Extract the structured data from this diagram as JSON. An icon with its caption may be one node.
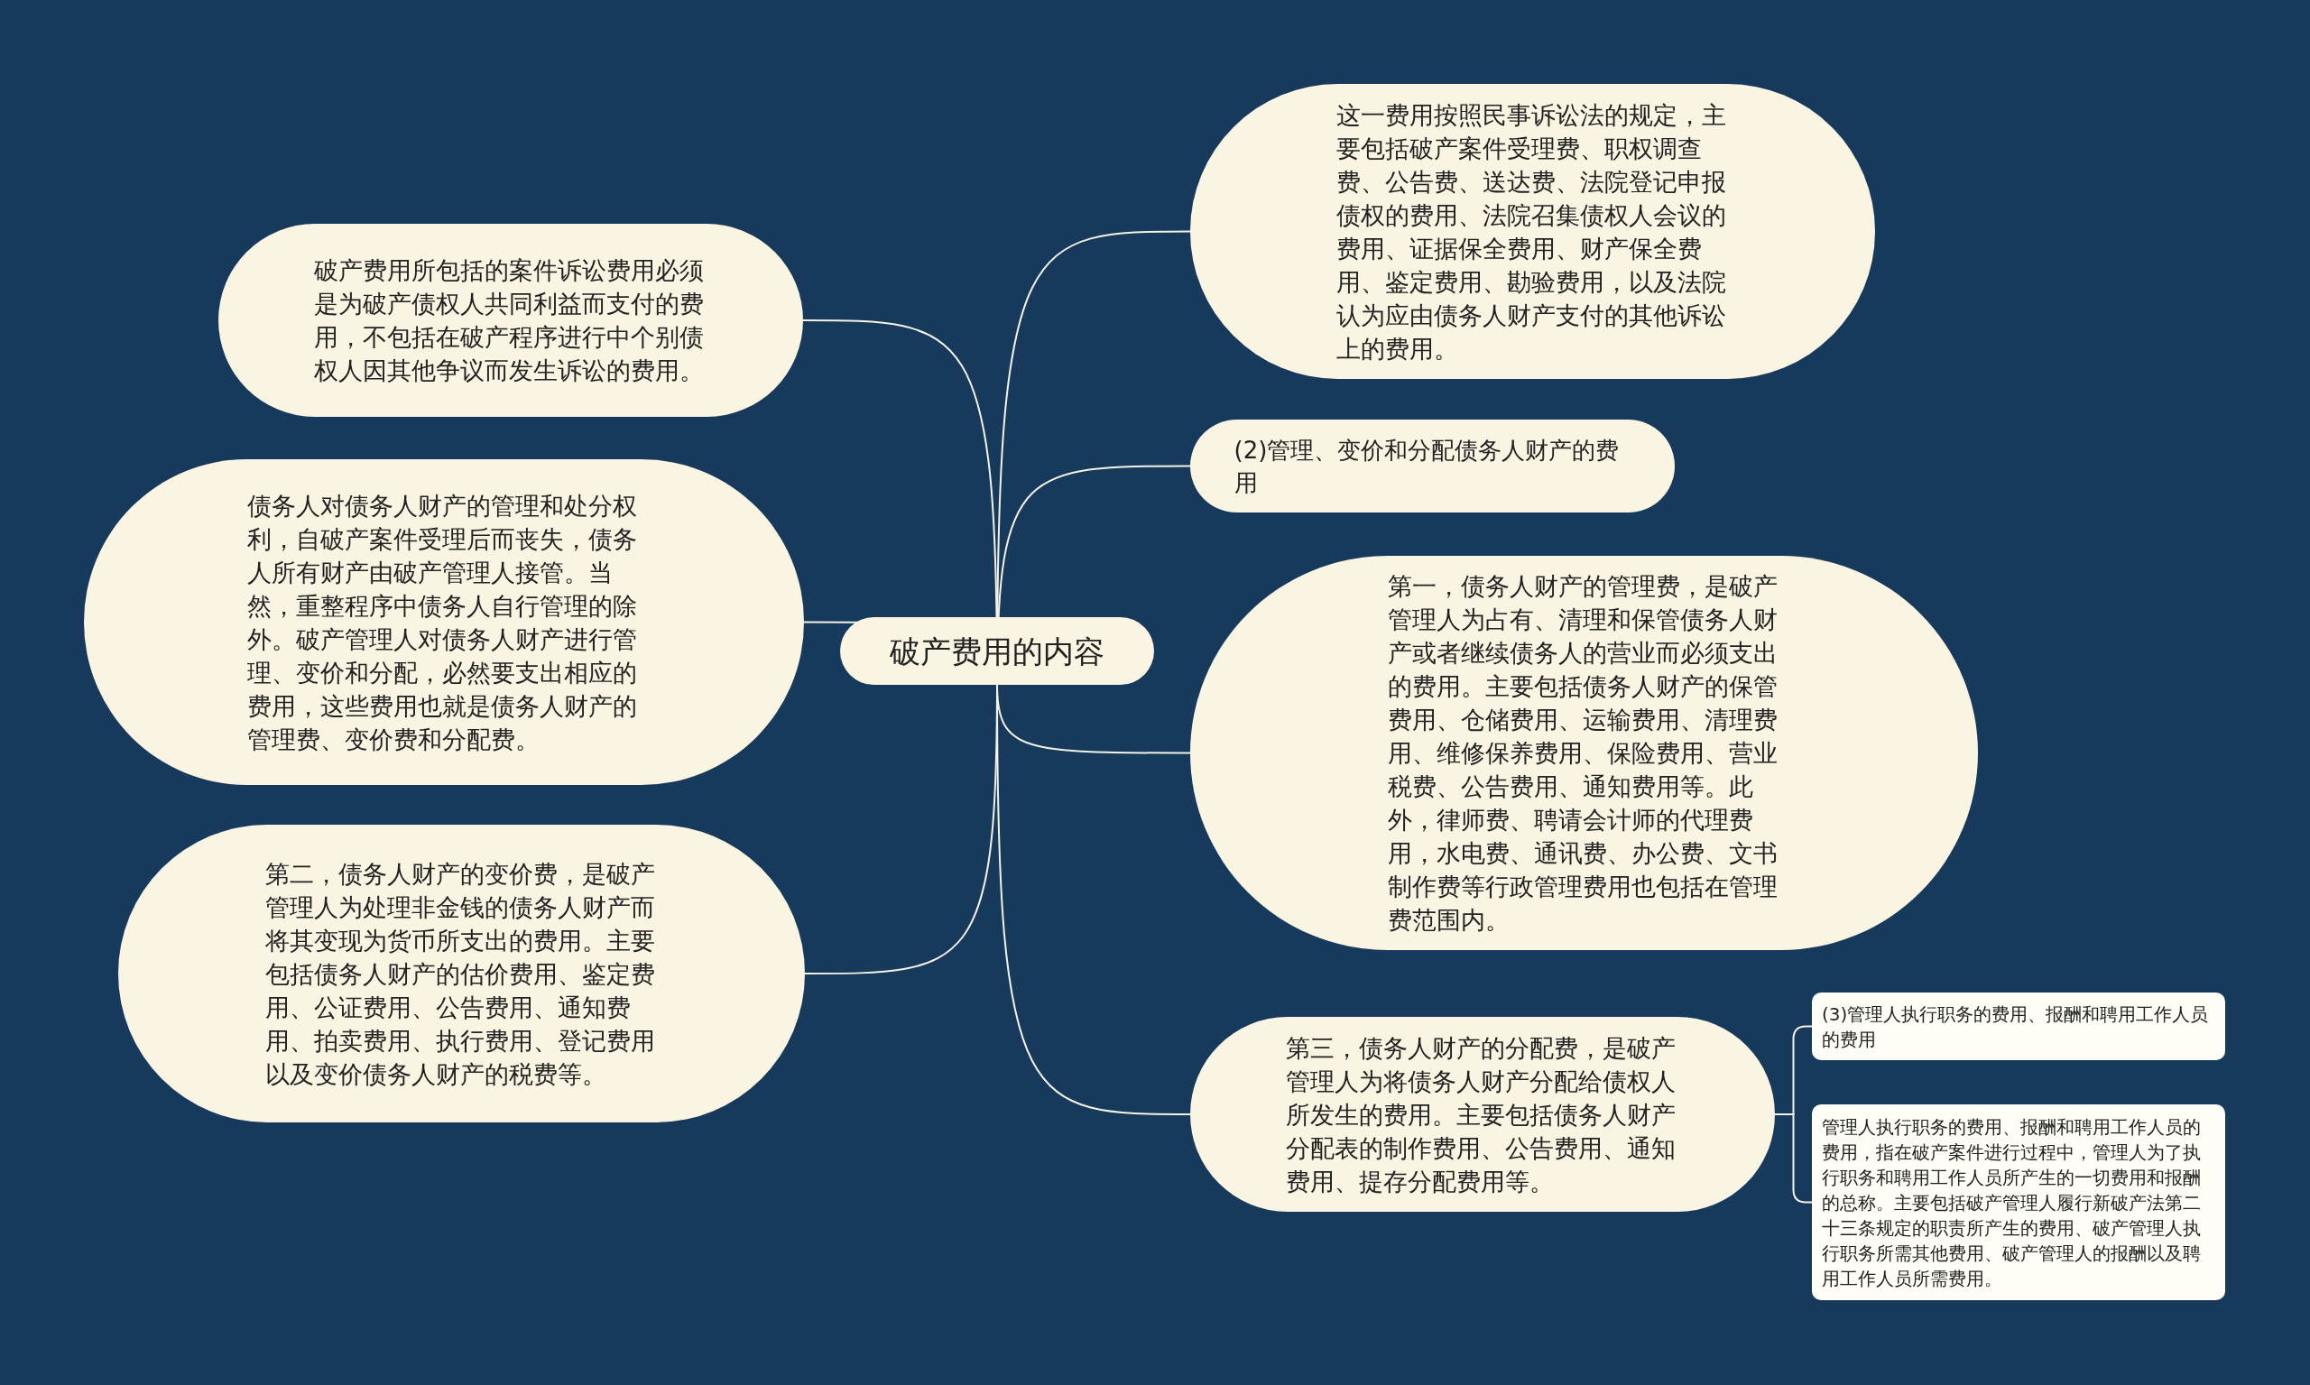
{
  "diagram": {
    "nodes": [
      {
        "text": [
          "破产费用的内容"
        ]
      },
      {
        "text": [
          "这一费用按照民事诉讼法的规定，主要包括破产案件受理费、职权调查费、公告费、送达费、法院登记申报债权的费用、法院召集债权人会议的费用、证据保全费用、财产保全费用、鉴定费用、勘验费用，以及法院认为应由债务人财产支付的其他诉讼上的费用。"
        ]
      },
      {
        "text": [
          "(2)管理、变价和分配债务人财产的费用"
        ]
      },
      {
        "text": [
          "第一，债务人财产的管理费，是破产管理人为占有、清理和保管债务人财产或者继续债务人的营业而必须支出的费用。主要包括债务人财产的保管费用、仓储费用、运输费用、清理费用、维修保养费用、保险费用、营业税费、公告费用、通知费用等。此外，律师费、聘请会计师的代理费用，水电费、通讯费、办公费、文书制作费等行政管理费用也包括在管理费范围内。"
        ]
      },
      {
        "text": [
          "第三，债务人财产的分配费，是破产管理人为将债务人财产分配给债权人所发生的费用。主要包括债务人财产分配表的制作费用、公告费用、通知费用、提存分配费用等。"
        ]
      },
      {
        "text": [
          "(3)管理人执行职务的费用、报酬和聘用工作人员的费用"
        ]
      },
      {
        "text": [
          "管理人执行职务的费用、报酬和聘用工作人员的费用，指在破产案件进行过程中，管理人为了执行职务和聘用工作人员所产生的一切费用和报酬的总称。主要包括破产管理人履行新破产法第二十三条规定的职责所产生的费用、破产管理人执行职务所需其他费用、破产管理人的报酬以及聘用工作人员所需费用。"
        ]
      },
      {
        "text": [
          "破产费用所包括的案件诉讼费用必须是为破产债权人共同利益而支付的费用，不包括在破产程序进行中个别债权人因其他争议而发生诉讼的费用。"
        ]
      },
      {
        "text": [
          "债务人对债务人财产的管理和处分权利，自破产案件受理后而丧失，债务人所有财产由破产管理人接管。当然，重整程序中债务人自行管理的除外。破产管理人对债务人财产进行管理、变价和分配，必然要支出相应的费用，这些费用也就是债务人财产的管理费、变价费和分配费。"
        ]
      },
      {
        "text": [
          "第二，债务人财产的变价费，是破产管理人为处理非金钱的债务人财产而将其变现为货币所支出的费用。主要包括债务人财产的估价费用、鉴定费用、公证费用、公告费用、通知费用、拍卖费用、执行费用、登记费用以及变价债务人财产的税费等。"
        ]
      }
    ],
    "edges": [
      {
        "from": 0,
        "to": 1,
        "arrow": "none"
      },
      {
        "from": 0,
        "to": 2,
        "arrow": "none"
      },
      {
        "from": 0,
        "to": 3,
        "arrow": "none"
      },
      {
        "from": 0,
        "to": 4,
        "arrow": "none"
      },
      {
        "from": 4,
        "to": 5,
        "arrow": "none"
      },
      {
        "from": 4,
        "to": 6,
        "arrow": "none"
      },
      {
        "from": 0,
        "to": 7,
        "arrow": "none"
      },
      {
        "from": 0,
        "to": 8,
        "arrow": "none"
      },
      {
        "from": 0,
        "to": 9,
        "arrow": "none"
      }
    ]
  }
}
